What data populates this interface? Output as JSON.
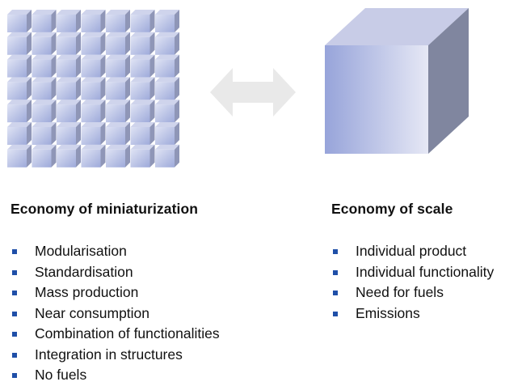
{
  "left": {
    "heading": "Economy of miniaturization",
    "items": [
      "Modularisation",
      "Standardisation",
      "Mass production",
      "Near consumption",
      "Combination of functionalities",
      "Integration in structures",
      "No fuels"
    ]
  },
  "right": {
    "heading": "Economy of scale",
    "items": [
      "Individual product",
      "Individual functionality",
      "Need for fuels",
      "Emissions"
    ]
  },
  "colors": {
    "bullet": "#1f4fa8",
    "cube_front_light": "#dde1f2",
    "cube_front_dark": "#95a2d8",
    "cube_top": "#c9cde8",
    "cube_side": "#7f85a8",
    "arrow": "#e9e9e9"
  },
  "icons": {
    "grid": "cube-grid-icon",
    "arrow": "double-arrow-icon",
    "cube": "large-cube-icon"
  }
}
